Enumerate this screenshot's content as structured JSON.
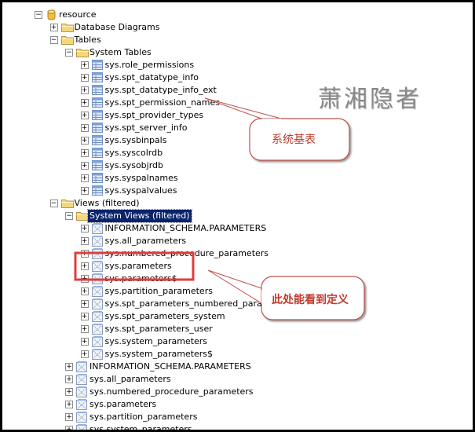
{
  "tree": [
    {
      "level": 0,
      "type": "db",
      "expanded": true,
      "label": "resource"
    },
    {
      "level": 1,
      "type": "folder",
      "expanded": false,
      "label": "Database Diagrams"
    },
    {
      "level": 1,
      "type": "folder",
      "expanded": true,
      "label": "Tables"
    },
    {
      "level": 2,
      "type": "folder",
      "expanded": true,
      "label": "System Tables"
    },
    {
      "level": 3,
      "type": "table",
      "expanded": false,
      "label": "sys.role_permissions"
    },
    {
      "level": 3,
      "type": "table",
      "expanded": false,
      "label": "sys.spt_datatype_info"
    },
    {
      "level": 3,
      "type": "table",
      "expanded": false,
      "label": "sys.spt_datatype_info_ext"
    },
    {
      "level": 3,
      "type": "table",
      "expanded": false,
      "label": "sys.spt_permission_names"
    },
    {
      "level": 3,
      "type": "table",
      "expanded": false,
      "label": "sys.spt_provider_types"
    },
    {
      "level": 3,
      "type": "table",
      "expanded": false,
      "label": "sys.spt_server_info"
    },
    {
      "level": 3,
      "type": "table",
      "expanded": false,
      "label": "sys.sysbinpals"
    },
    {
      "level": 3,
      "type": "table",
      "expanded": false,
      "label": "sys.syscolrdb"
    },
    {
      "level": 3,
      "type": "table",
      "expanded": false,
      "label": "sys.sysobjrdb"
    },
    {
      "level": 3,
      "type": "table",
      "expanded": false,
      "label": "sys.syspalnames"
    },
    {
      "level": 3,
      "type": "table",
      "expanded": false,
      "label": "sys.syspalvalues"
    },
    {
      "level": 1,
      "type": "folder",
      "expanded": true,
      "label": "Views (filtered)"
    },
    {
      "level": 2,
      "type": "folder",
      "expanded": true,
      "label": "System Views (filtered)",
      "selected": true
    },
    {
      "level": 3,
      "type": "view",
      "expanded": false,
      "label": "INFORMATION_SCHEMA.PARAMETERS"
    },
    {
      "level": 3,
      "type": "view",
      "expanded": false,
      "label": "sys.all_parameters"
    },
    {
      "level": 3,
      "type": "view",
      "expanded": false,
      "label": "sys.numbered_procedure_parameters"
    },
    {
      "level": 3,
      "type": "view",
      "expanded": false,
      "label": "sys.parameters"
    },
    {
      "level": 3,
      "type": "view",
      "expanded": false,
      "label": "sys.parameters$"
    },
    {
      "level": 3,
      "type": "view",
      "expanded": false,
      "label": "sys.partition_parameters"
    },
    {
      "level": 3,
      "type": "view",
      "expanded": false,
      "label": "sys.spt_parameters_numbered_parameters"
    },
    {
      "level": 3,
      "type": "view",
      "expanded": false,
      "label": "sys.spt_parameters_system"
    },
    {
      "level": 3,
      "type": "view",
      "expanded": false,
      "label": "sys.spt_parameters_user"
    },
    {
      "level": 3,
      "type": "view",
      "expanded": false,
      "label": "sys.system_parameters"
    },
    {
      "level": 3,
      "type": "view",
      "expanded": false,
      "label": "sys.system_parameters$"
    },
    {
      "level": 2,
      "type": "view",
      "expanded": false,
      "label": "INFORMATION_SCHEMA.PARAMETERS"
    },
    {
      "level": 2,
      "type": "view",
      "expanded": false,
      "label": "sys.all_parameters"
    },
    {
      "level": 2,
      "type": "view",
      "expanded": false,
      "label": "sys.numbered_procedure_parameters"
    },
    {
      "level": 2,
      "type": "view",
      "expanded": false,
      "label": "sys.parameters"
    },
    {
      "level": 2,
      "type": "view",
      "expanded": false,
      "label": "sys.partition_parameters"
    },
    {
      "level": 2,
      "type": "view",
      "expanded": false,
      "label": "sys.system_parameters"
    }
  ],
  "annotations": {
    "callout1": "系统基表",
    "callout2": "此处能看到定义",
    "watermark": "萧湘隐者"
  },
  "colors": {
    "callout_border": "#c0504d",
    "callout_text": "#c0392b",
    "highlight_box": "#e03c3c",
    "selection": "#0a246a"
  }
}
